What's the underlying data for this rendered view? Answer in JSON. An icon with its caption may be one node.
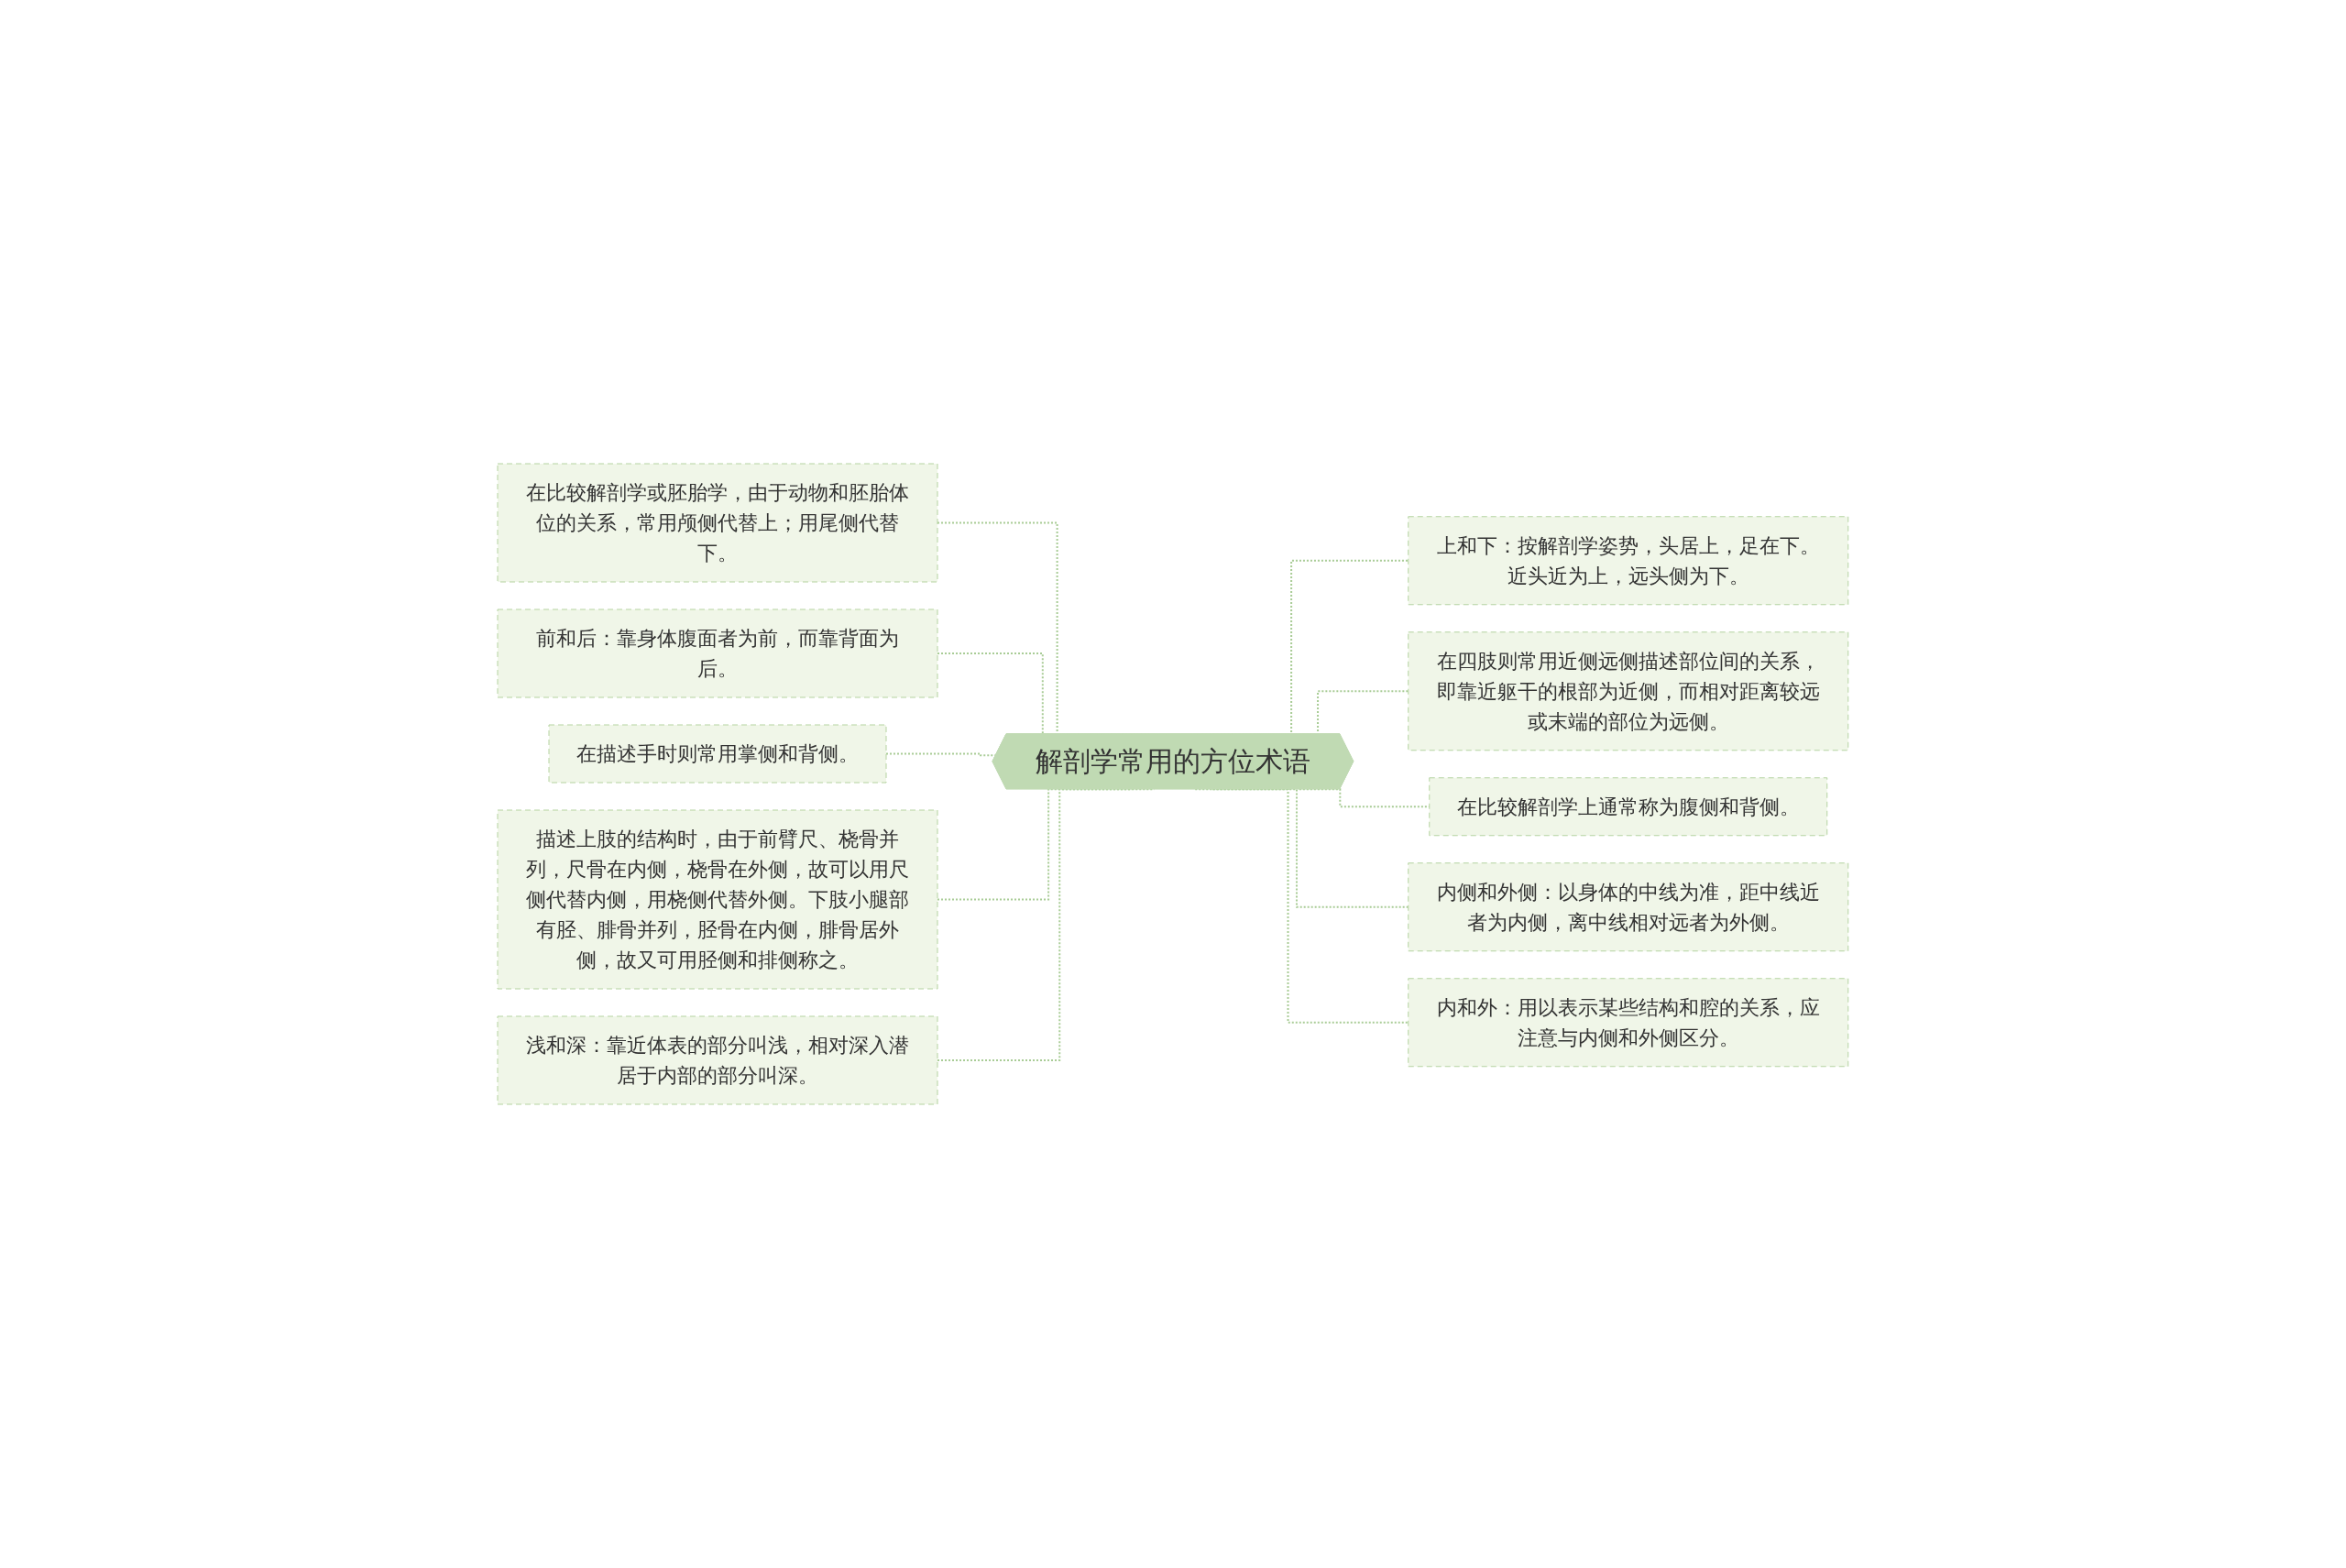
{
  "diagram": {
    "nodes": [
      {
        "text": [
          "解剖学常用的方位术语"
        ]
      },
      {
        "text": [
          "在比较解剖学或胚胎学，由于动物和胚胎体位的关系，常用颅侧代替上；用尾侧代替下。"
        ]
      },
      {
        "text": [
          "前和后：靠身体腹面者为前，而靠背面为后。"
        ]
      },
      {
        "text": [
          "在描述手时则常用掌侧和背侧。"
        ]
      },
      {
        "text": [
          "描述上肢的结构时，由于前臂尺、桡骨并列，尺骨在内侧，桡骨在外侧，故可以用尺侧代替内侧，用桡侧代替外侧。下肢小腿部有胫、腓骨并列，胫骨在内侧，腓骨居外侧，故又可用胫侧和排侧称之。"
        ]
      },
      {
        "text": [
          "浅和深：靠近体表的部分叫浅，相对深入潜居于内部的部分叫深。"
        ]
      },
      {
        "text": [
          "上和下：按解剖学姿势，头居上，足在下。近头近为上，远头侧为下。"
        ]
      },
      {
        "text": [
          "在四肢则常用近侧远侧描述部位间的关系，即靠近躯干的根部为近侧，而相对距离较远或末端的部位为远侧。"
        ]
      },
      {
        "text": [
          "在比较解剖学上通常称为腹侧和背侧。"
        ]
      },
      {
        "text": [
          "内侧和外侧：以身体的中线为准，距中线近者为内侧，离中线相对远者为外侧。"
        ]
      },
      {
        "text": [
          "内和外：用以表示某些结构和腔的关系，应注意与内侧和外侧区分。"
        ]
      }
    ],
    "edges": [
      {
        "from": 1,
        "to": 0,
        "arrow": "none",
        "style": "dashed"
      },
      {
        "from": 2,
        "to": 0,
        "arrow": "none",
        "style": "dashed"
      },
      {
        "from": 3,
        "to": 0,
        "arrow": "none",
        "style": "dashed"
      },
      {
        "from": 4,
        "to": 0,
        "arrow": "none",
        "style": "dashed"
      },
      {
        "from": 5,
        "to": 0,
        "arrow": "none",
        "style": "dashed"
      },
      {
        "from": 0,
        "to": 6,
        "arrow": "none",
        "style": "dashed"
      },
      {
        "from": 0,
        "to": 7,
        "arrow": "none",
        "style": "dashed"
      },
      {
        "from": 0,
        "to": 8,
        "arrow": "none",
        "style": "dashed"
      },
      {
        "from": 0,
        "to": 9,
        "arrow": "none",
        "style": "dashed"
      },
      {
        "from": 0,
        "to": 10,
        "arrow": "none",
        "style": "dashed"
      }
    ]
  }
}
